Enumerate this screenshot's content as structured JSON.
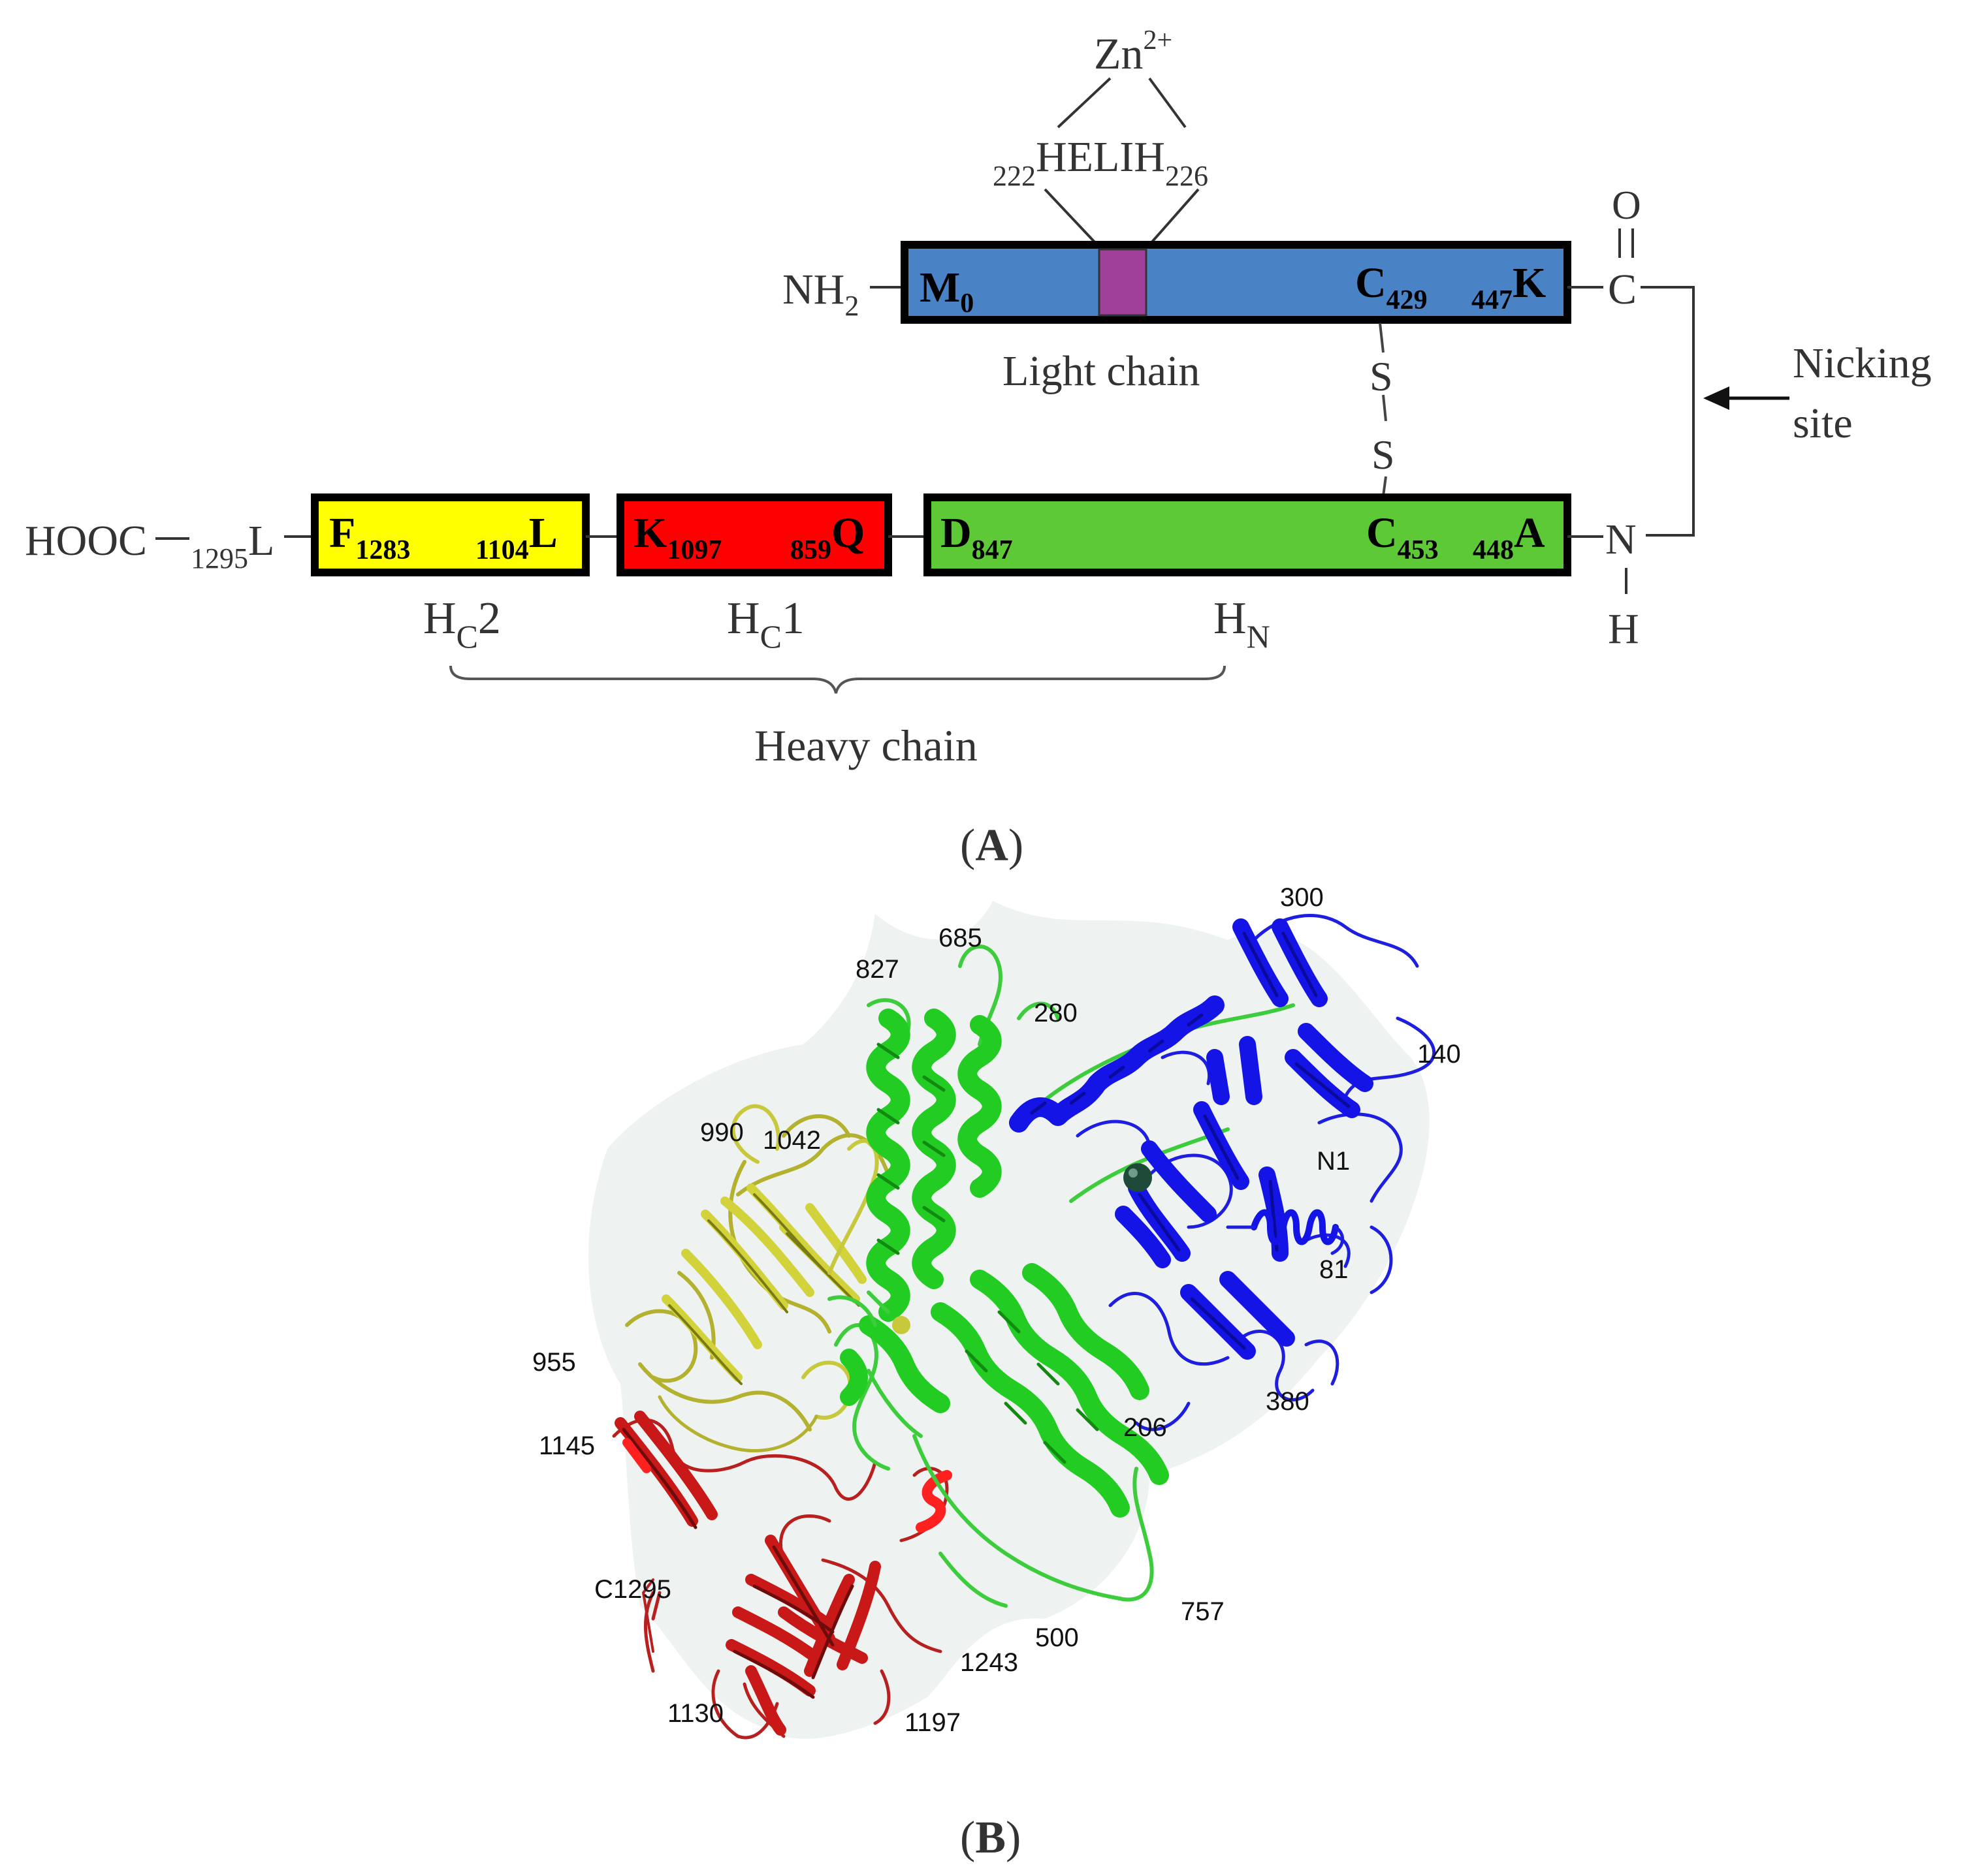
{
  "panel_a": {
    "caption_letter": "A",
    "zinc": {
      "symbol": "Zn",
      "charge": "2+"
    },
    "motif": {
      "start_num": "222",
      "sequence": "HELIH",
      "end_num": "226"
    },
    "light_chain": {
      "label": "Light chain",
      "color": "#4a82c6",
      "motif_color": "#a0409a",
      "nh2_main": "NH",
      "nh2_sub": "2",
      "start_letter": "M",
      "start_sub": "0",
      "c_letter": "C",
      "c_sub": "429",
      "end_num": "447",
      "end_letter": "K"
    },
    "carbonyl": {
      "o": "O",
      "c": "C"
    },
    "disulfide": {
      "s1": "S",
      "s2": "S"
    },
    "nicking_site": {
      "line1": "Nicking",
      "line2": "site"
    },
    "amine": {
      "n": "N",
      "h": "H"
    },
    "terminus": {
      "hooc": "HOOC",
      "num": "1295",
      "letter": "L"
    },
    "heavy_domains": {
      "hc2": {
        "color": "#ffff00",
        "start_letter": "F",
        "start_sub": "1283",
        "end_num": "1104",
        "end_letter": "L",
        "label_main": "H",
        "label_sub": "C",
        "label_tail": "2"
      },
      "hc1": {
        "color": "#ff0000",
        "start_letter": "K",
        "start_sub": "1097",
        "end_num": "859",
        "end_letter": "Q",
        "label_main": "H",
        "label_sub": "C",
        "label_tail": "1"
      },
      "hn": {
        "color": "#5ec936",
        "start_letter": "D",
        "start_sub": "847",
        "c_letter": "C",
        "c_sub": "453",
        "end_num": "448",
        "end_letter": "A",
        "label_main": "H",
        "label_sub": "N"
      }
    },
    "heavy_chain_label": "Heavy chain"
  },
  "panel_b": {
    "caption_letter": "B",
    "residue_labels": {
      "r300": "300",
      "r685": "685",
      "r827": "827",
      "r280": "280",
      "r140": "140",
      "rN1": "N1",
      "r990": "990",
      "r1042": "1042",
      "r81": "81",
      "r955": "955",
      "r380": "380",
      "r206": "206",
      "r1145": "1145",
      "rC1295": "C1295",
      "r757": "757",
      "r500": "500",
      "r1243": "1243",
      "r1130": "1130",
      "r1197": "1197"
    },
    "domain_colors": {
      "light": "#1414e6",
      "translocation": "#1ed21e",
      "hc1": "#cc1a1a",
      "hc2": "#c8c83c"
    }
  }
}
